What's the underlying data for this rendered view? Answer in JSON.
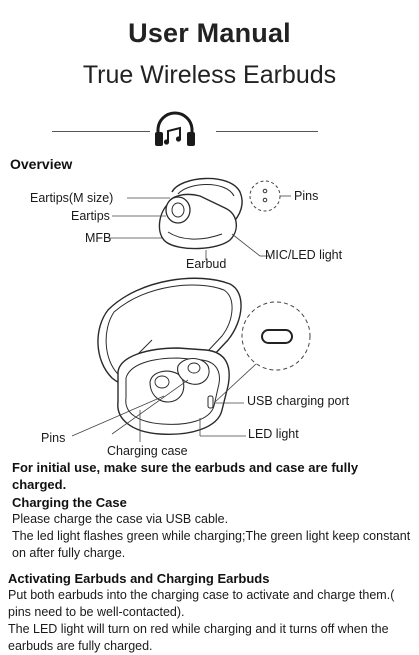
{
  "header": {
    "title": "User Manual",
    "subtitle": "True Wireless Earbuds"
  },
  "icons": {
    "divider_icon": "headphones-music-icon"
  },
  "overview": {
    "heading": "Overview",
    "labels": {
      "eartips_m": "Eartips(M size)",
      "eartips": "Eartips",
      "mfb": "MFB",
      "earbud": "Earbud",
      "pins": "Pins",
      "mic_led": "MIC/LED light"
    }
  },
  "case_diagram": {
    "labels": {
      "usb_port": "USB charging port",
      "led_light": "LED light",
      "pins": "Pins",
      "charging_case": "Charging case"
    }
  },
  "instructions": {
    "initial_use": "For initial use, make sure the earbuds and case are fully charged.",
    "charging_heading": "Charging the Case",
    "charging_p1": "Please charge the case via USB cable.",
    "charging_p2": "The led light flashes green while charging;The green light keep constant on after fully charge.",
    "activating_heading": "Activating Earbuds and Charging Earbuds",
    "activating_p1": "Put both earbuds into the charging case to activate and charge them.( pins need to be well-contacted).",
    "activating_p2": "The LED light will turn on red while charging and it turns off when the earbuds are fully charged."
  }
}
